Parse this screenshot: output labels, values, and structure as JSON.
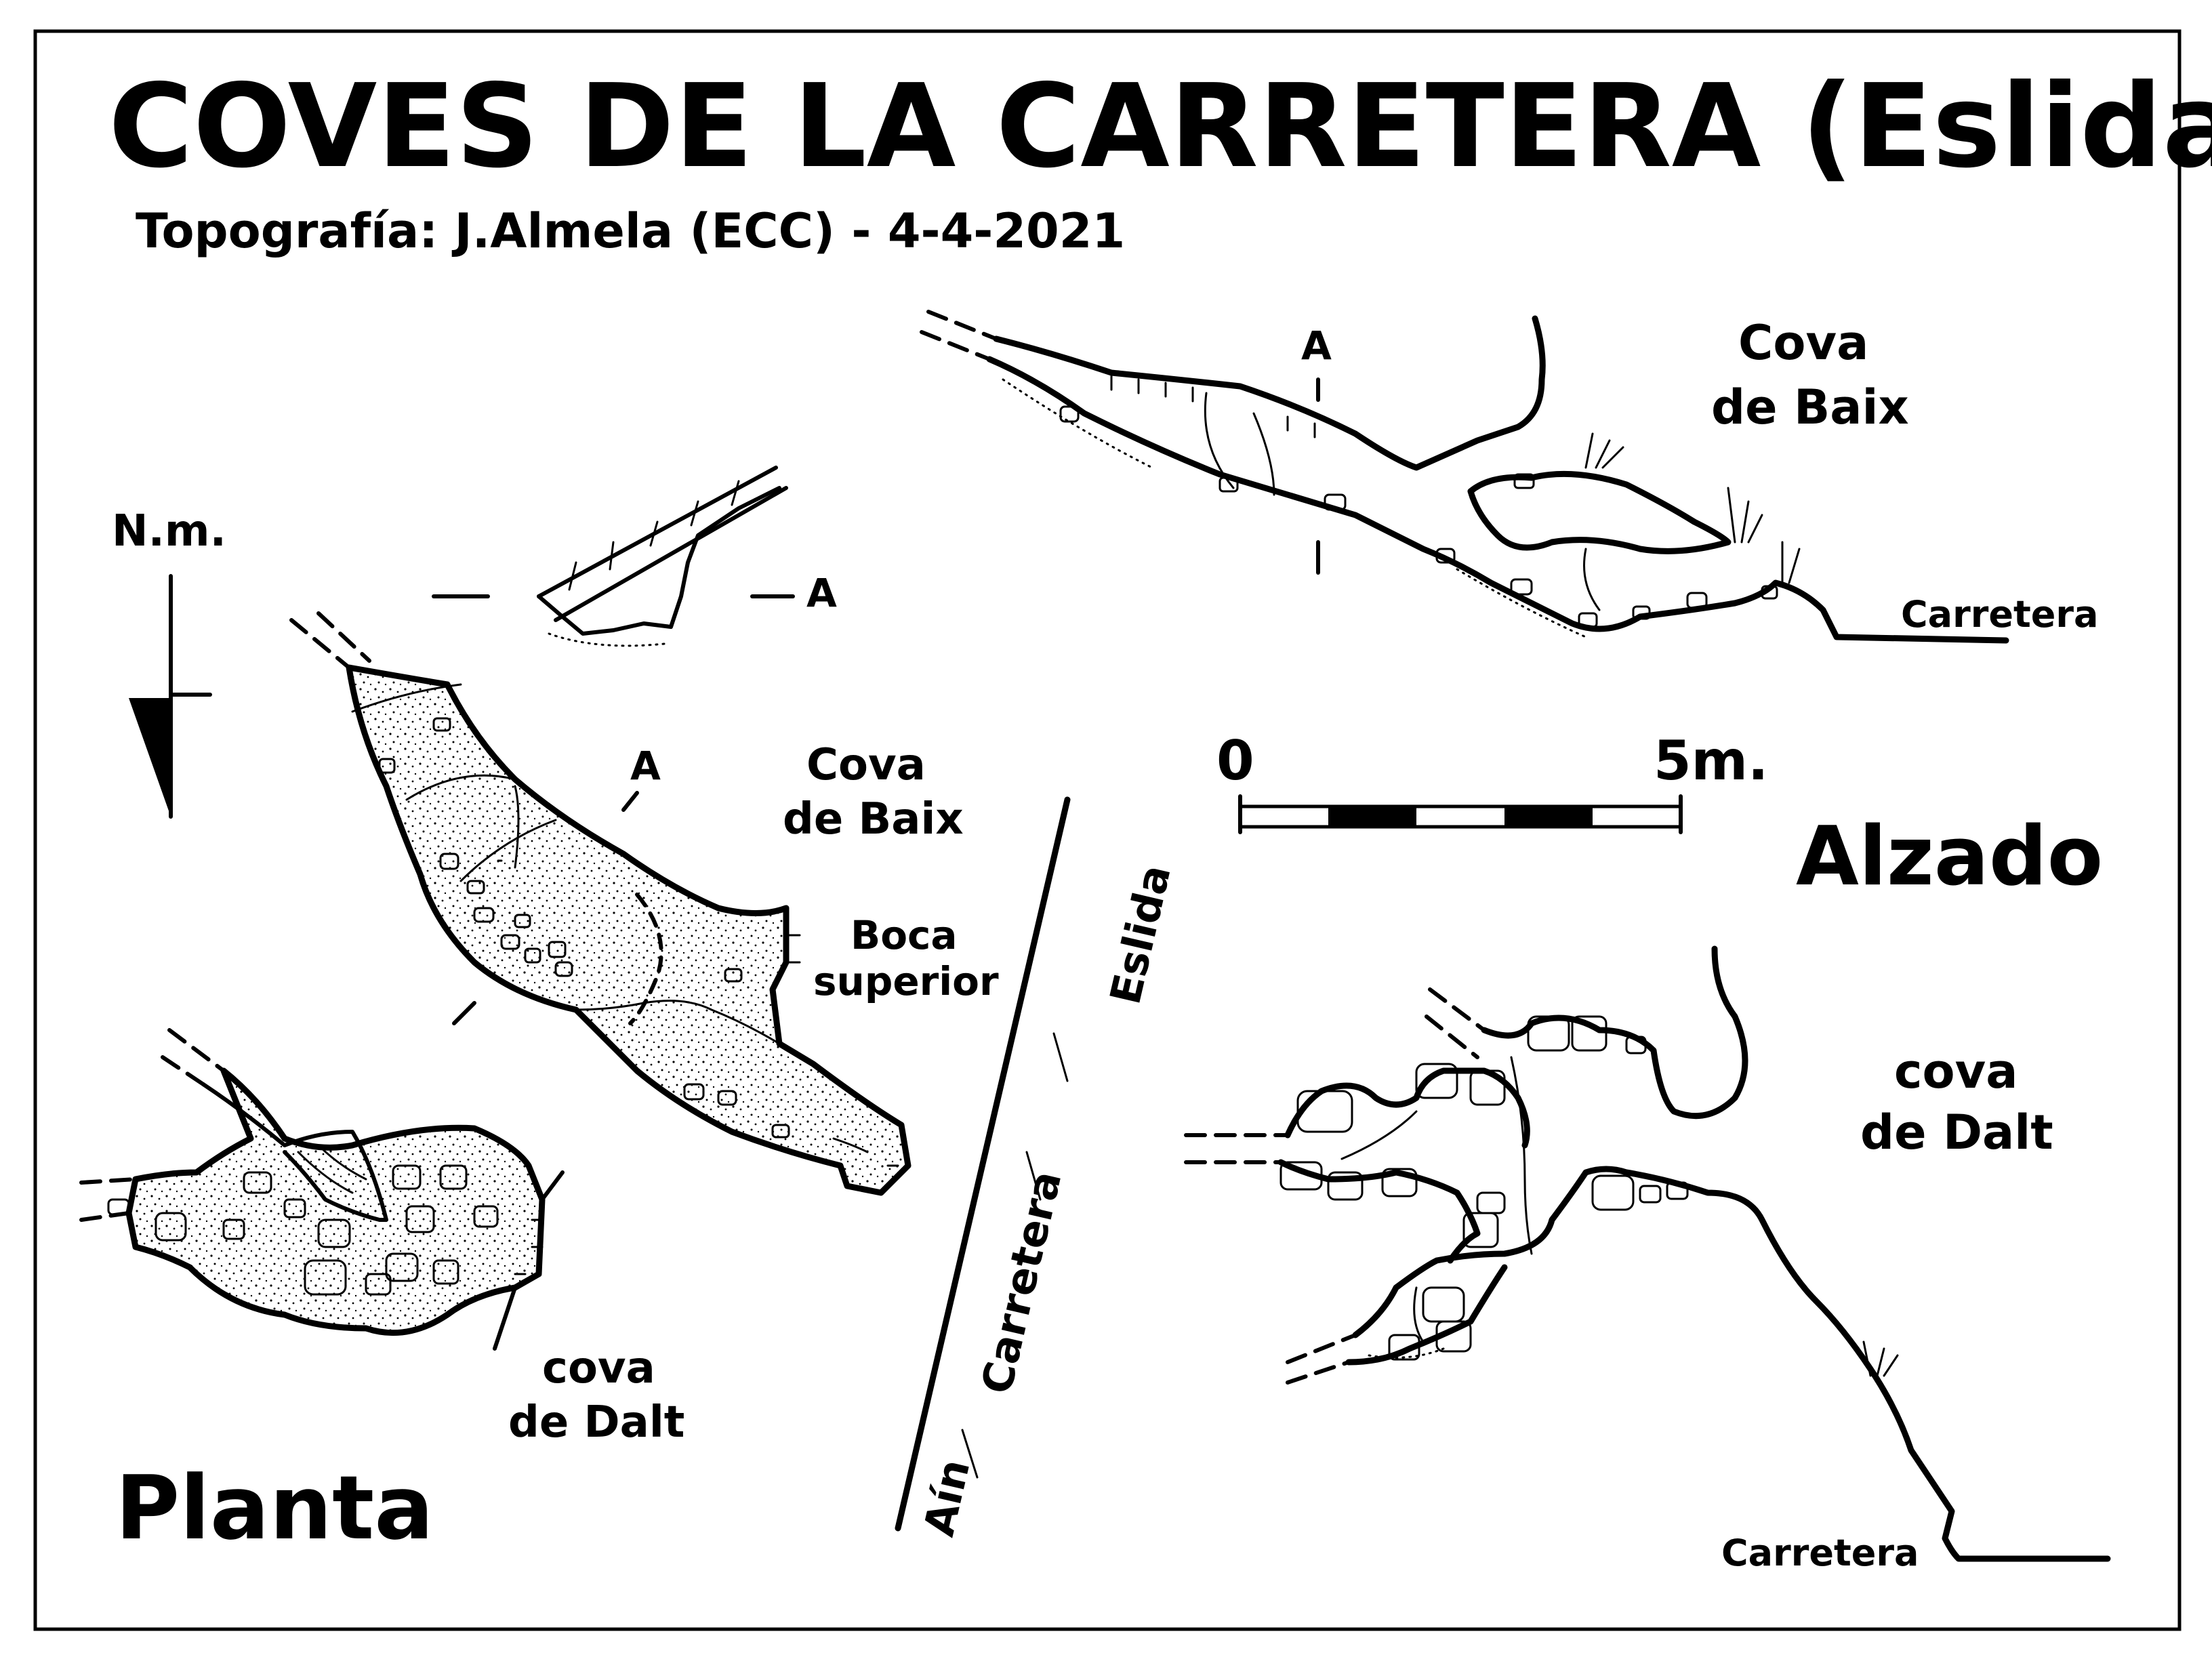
{
  "title": "COVES DE LA CARRETERA (Eslida)",
  "subtitle": "Topografía: J.Almela (ECC) - 4-4-2021",
  "north": {
    "label": "N.m.",
    "icon": "north-arrow-icon"
  },
  "scale": {
    "start_label": "0",
    "end_label": "5m."
  },
  "views": {
    "plan": {
      "title": "Planta",
      "cova_baix": "Cova\nde Baix",
      "cova_baix_line1": "Cova",
      "cova_baix_line2": "de Baix",
      "boca_line1": "Boca",
      "boca_line2": "superior",
      "cova_dalt_line1": "cova",
      "cova_dalt_line2": "de Dalt",
      "section_label_1": "A",
      "section_label_2": "A"
    },
    "elevation": {
      "title": "Alzado",
      "cova_baix_line1": "Cova",
      "cova_baix_line2": "de Baix",
      "cova_dalt_line1": "cova",
      "cova_dalt_line2": "de Dalt",
      "section_label": "A",
      "road_label_1": "Carretera",
      "road_label_2": "Carretera"
    }
  },
  "road": {
    "label": "Carretera",
    "from": "Aín",
    "to": "Eslida"
  }
}
